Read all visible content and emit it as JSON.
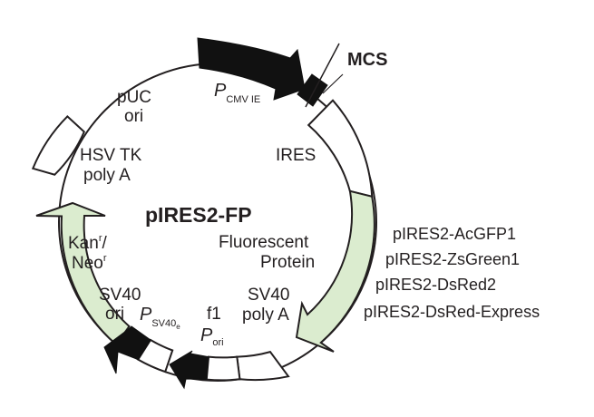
{
  "plasmid": {
    "name": "pIRES2-FP",
    "colors": {
      "outline": "#231f20",
      "black_feature": "#111111",
      "fp_fill": "#dbeccf",
      "background": "#ffffff"
    }
  },
  "labels": {
    "mcs": "MCS",
    "pcmv_p": "P",
    "pcmv_sub": "CMV IE",
    "puc_line1": "pUC",
    "puc_line2": "ori",
    "ires": "IRES",
    "hsvtk_line1": "HSV TK",
    "hsvtk_line2": "poly A",
    "kan_text": "Kan",
    "kan_sup": "r",
    "kan_slash": "/",
    "neo_text": "Neo",
    "neo_sup": "r",
    "fp_line1": "Fluorescent",
    "fp_line2": "Protein",
    "sv40ori_line1": "SV40",
    "sv40ori_line2": "ori",
    "psv40_p": "P",
    "psv40_sub": "SV40",
    "psv40_subsub": "e",
    "f1ori_line1": "f1",
    "f1ori_p": "P",
    "f1ori_sub": "ori",
    "sv40pa_line1": "SV40",
    "sv40pa_line2": "poly A"
  },
  "variants": [
    "pIRES2-AcGFP1",
    "pIRES2-ZsGreen1",
    "pIRES2-DsRed2",
    "pIRES2-DsRed-Express"
  ]
}
